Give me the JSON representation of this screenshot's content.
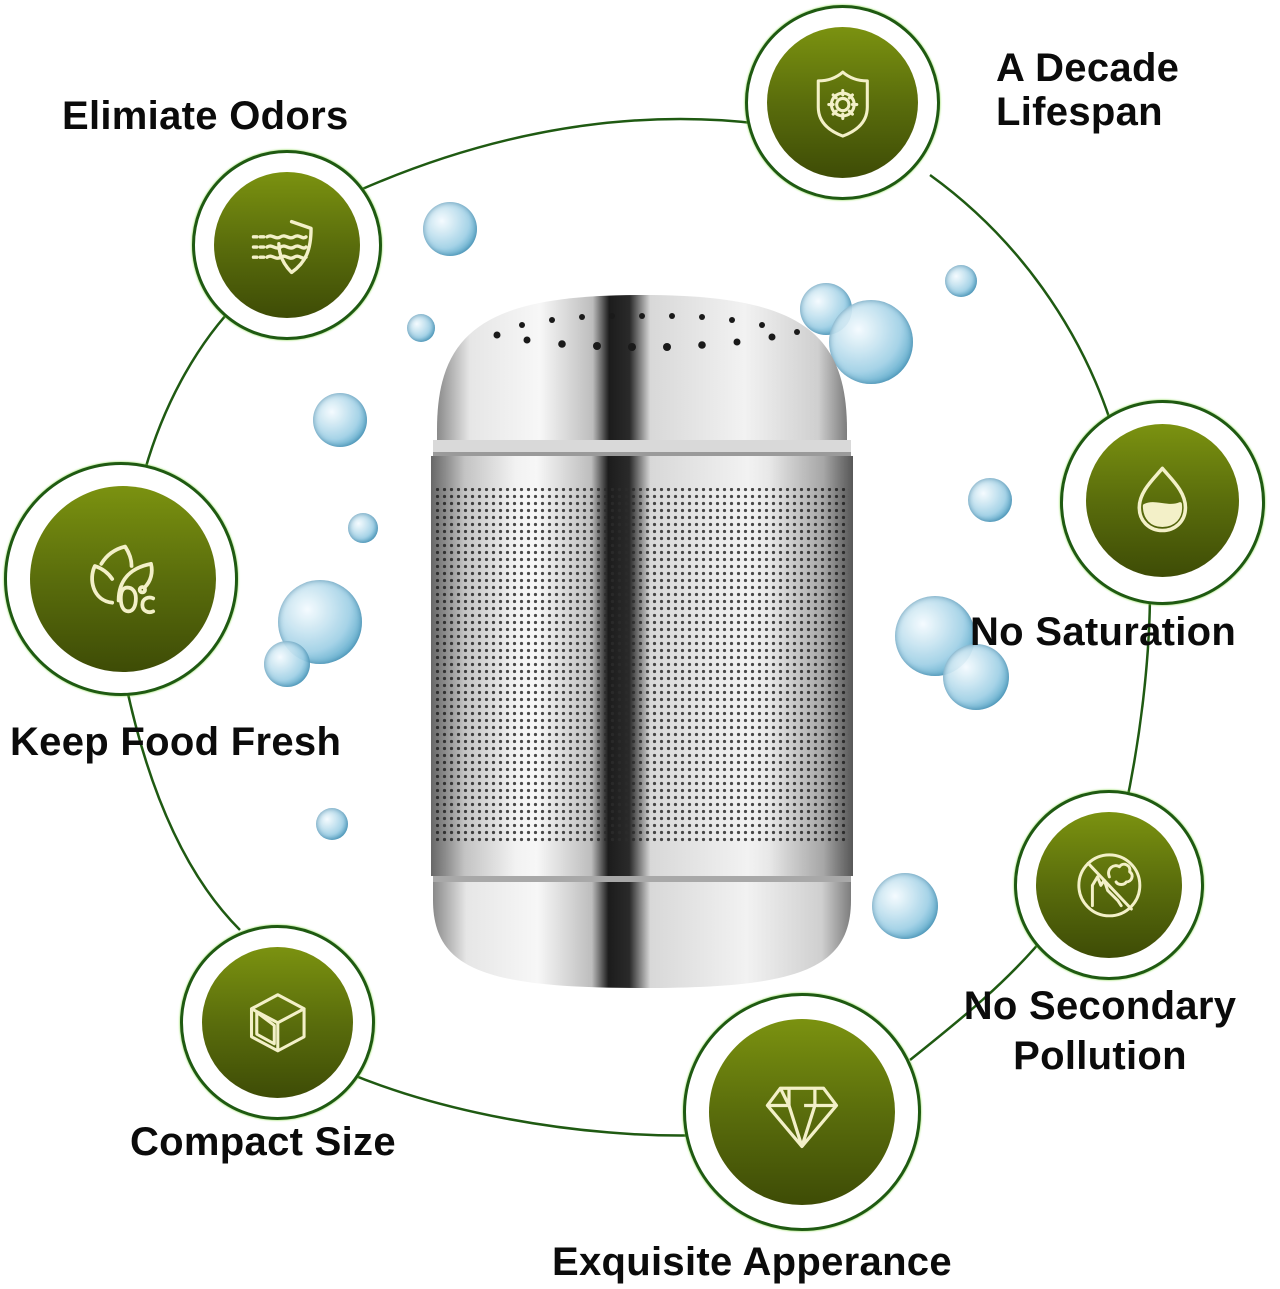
{
  "features": [
    {
      "id": "eliminate-odors",
      "label": "Elimiate Odors",
      "icon": "shield-waves-icon"
    },
    {
      "id": "decade-lifespan",
      "label_line1": "A Decade",
      "label_line2": "Lifespan",
      "icon": "shield-gear-icon"
    },
    {
      "id": "keep-food-fresh",
      "label": "Keep Food Fresh",
      "icon": "leaves-zero-celsius-icon"
    },
    {
      "id": "no-saturation",
      "label": "No Saturation",
      "icon": "water-drop-icon"
    },
    {
      "id": "no-secondary-pollution",
      "label_line1": "No Secondary",
      "label_line2": "Pollution",
      "icon": "no-factory-pollution-icon"
    },
    {
      "id": "compact-size",
      "label": "Compact Size",
      "icon": "cube-icon"
    },
    {
      "id": "exquisite-appearance",
      "label": "Exquisite Apperance",
      "icon": "diamond-icon"
    }
  ],
  "product": {
    "name": "stainless-steel-deodorizer-canister",
    "icon": "perforated-canister"
  },
  "colors": {
    "badge_top": "#7b9210",
    "badge_bottom": "#3e4c06",
    "ring": "#1f5a12",
    "icon_stroke": "#f3f0c8",
    "text": "#0b0b0b",
    "bubble": "#5fb0d4"
  }
}
